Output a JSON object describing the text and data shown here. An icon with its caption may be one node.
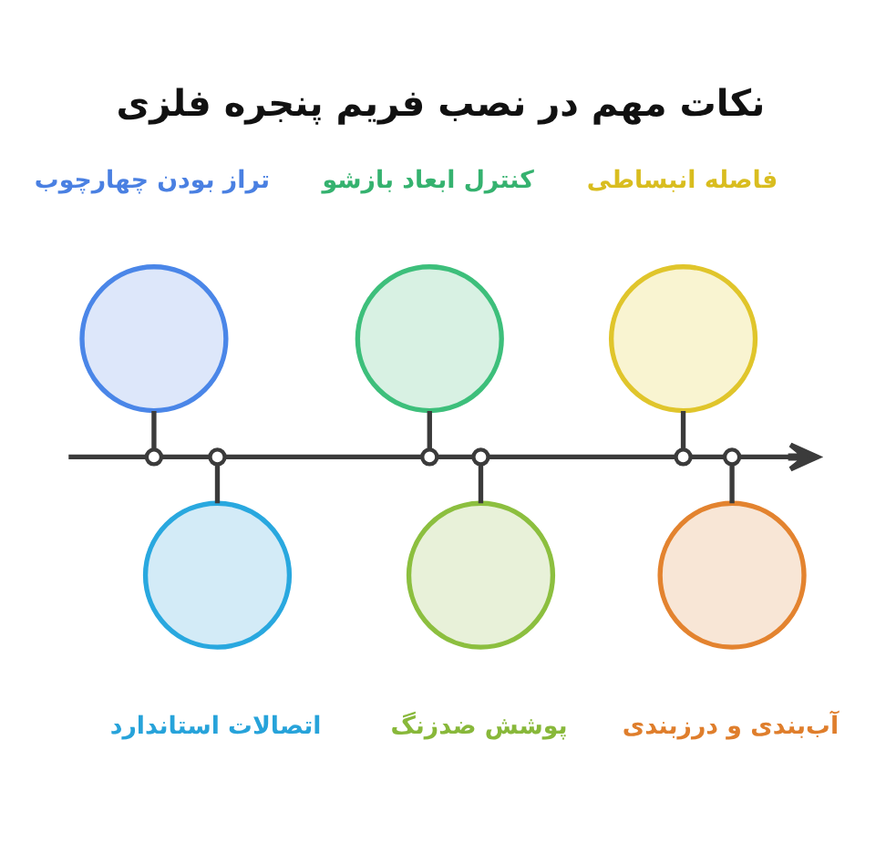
{
  "diagram": {
    "title": "نکات مهم در نصب فریم پنجره فلزی",
    "nodes": [
      {
        "text": [],
        "shape": "circle",
        "beside": [
          "تراز بودن چهارچوب"
        ]
      },
      {
        "text": [],
        "shape": "circle",
        "beside": [
          "اتصالات استاندارد"
        ]
      },
      {
        "text": [],
        "shape": "circle",
        "beside": [
          "کنترل ابعاد بازشو"
        ]
      },
      {
        "text": [],
        "shape": "circle",
        "beside": [
          "پوشش ضدزنگ"
        ]
      },
      {
        "text": [],
        "shape": "circle",
        "beside": [
          "فاصله انبساطی"
        ]
      },
      {
        "text": [],
        "shape": "circle",
        "beside": [
          "آب‌بندی و درزبندی"
        ]
      },
      {
        "text": [],
        "shape": "circle"
      },
      {
        "text": [],
        "shape": "circle"
      },
      {
        "text": [],
        "shape": "circle"
      },
      {
        "text": [],
        "shape": "circle"
      },
      {
        "text": [],
        "shape": "circle"
      },
      {
        "text": [],
        "shape": "circle"
      }
    ],
    "edges": [
      {
        "from": null,
        "to": 6,
        "arrow": "none"
      },
      {
        "from": 6,
        "to": 7,
        "arrow": "none"
      },
      {
        "from": 7,
        "to": 8,
        "arrow": "none"
      },
      {
        "from": 8,
        "to": 9,
        "arrow": "none"
      },
      {
        "from": 9,
        "to": 10,
        "arrow": "none"
      },
      {
        "from": 10,
        "to": 11,
        "arrow": "none"
      },
      {
        "from": 11,
        "to": null,
        "arrow": "to"
      },
      {
        "from": 0,
        "to": 6,
        "arrow": "none"
      },
      {
        "from": 7,
        "to": 1,
        "arrow": "none"
      },
      {
        "from": 2,
        "to": 8,
        "arrow": "none"
      },
      {
        "from": 9,
        "to": 3,
        "arrow": "none"
      },
      {
        "from": 4,
        "to": 10,
        "arrow": "none"
      },
      {
        "from": 11,
        "to": 5,
        "arrow": "none"
      }
    ]
  }
}
